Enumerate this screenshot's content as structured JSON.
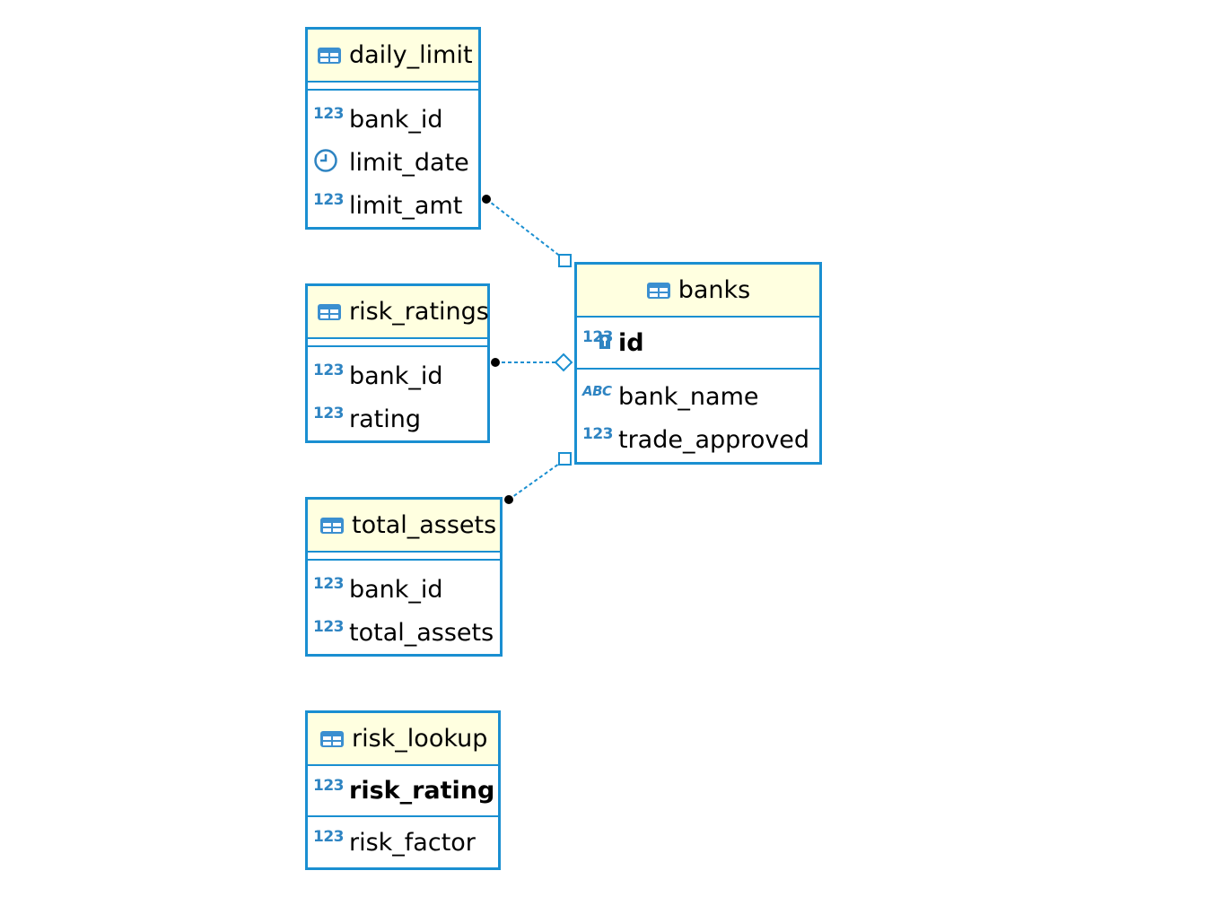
{
  "colors": {
    "border": "#1a8fd1",
    "header_bg": "#ffffe0",
    "type_icon": "#2e84c2",
    "connector": "#1a8fd1"
  },
  "entities": {
    "daily_limit": {
      "name": "daily_limit",
      "pk_fields": [],
      "fields": [
        {
          "type_icon": "123",
          "name": "bank_id"
        },
        {
          "type_icon": "clock-icon",
          "name": "limit_date"
        },
        {
          "type_icon": "123",
          "name": "limit_amt"
        }
      ]
    },
    "risk_ratings": {
      "name": "risk_ratings",
      "pk_fields": [],
      "fields": [
        {
          "type_icon": "123",
          "name": "bank_id"
        },
        {
          "type_icon": "123",
          "name": "rating"
        }
      ]
    },
    "total_assets": {
      "name": "total_assets",
      "pk_fields": [],
      "fields": [
        {
          "type_icon": "123",
          "name": "bank_id"
        },
        {
          "type_icon": "123",
          "name": "total_assets"
        }
      ]
    },
    "risk_lookup": {
      "name": "risk_lookup",
      "pk_fields": [
        {
          "type_icon": "123",
          "name": "risk_rating"
        }
      ],
      "fields": [
        {
          "type_icon": "123",
          "name": "risk_factor"
        }
      ]
    },
    "banks": {
      "name": "banks",
      "pk_fields": [
        {
          "type_icon": "123-key",
          "name": "id"
        }
      ],
      "fields": [
        {
          "type_icon": "ABC",
          "name": "bank_name"
        },
        {
          "type_icon": "123",
          "name": "trade_approved"
        }
      ]
    }
  },
  "relationships": [
    {
      "from": "daily_limit",
      "to": "banks"
    },
    {
      "from": "risk_ratings",
      "to": "banks"
    },
    {
      "from": "total_assets",
      "to": "banks"
    }
  ]
}
